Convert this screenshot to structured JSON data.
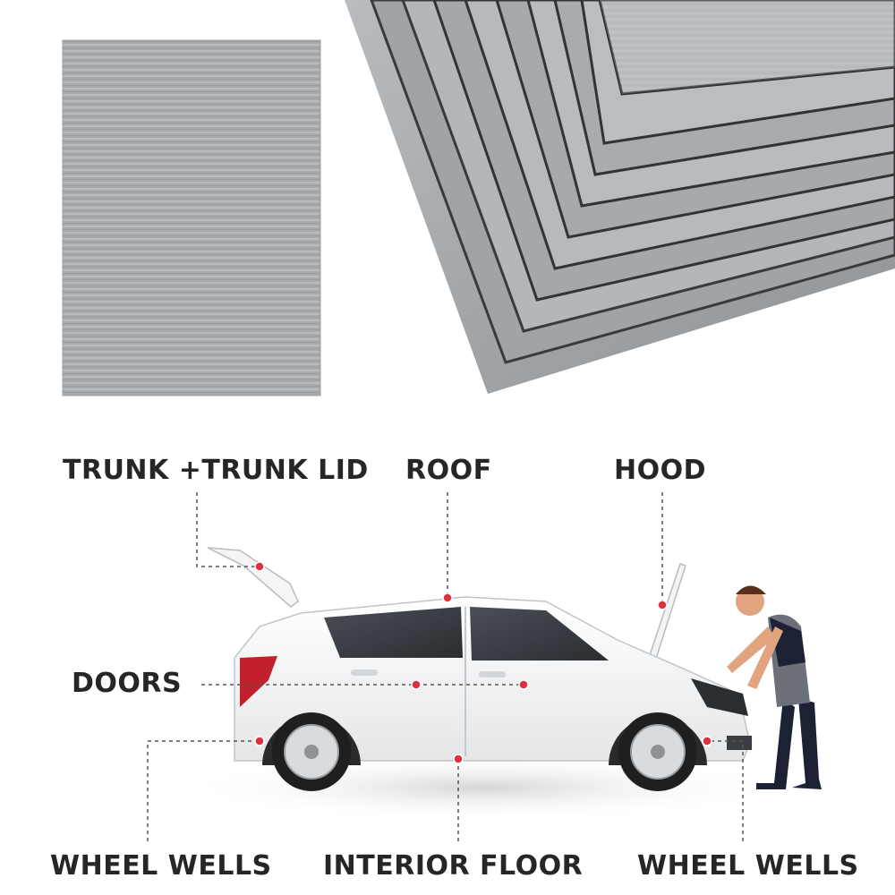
{
  "labels": {
    "trunk": "TRUNK +TRUNK LID",
    "roof": "ROOF",
    "hood": "HOOD",
    "doors": "DOORS",
    "wheel_wells_left": "WHEEL WELLS",
    "interior_floor": "INTERIOR FLOOR",
    "wheel_wells_right": "WHEEL WELLS"
  },
  "colors": {
    "marker": "#e03040",
    "leader": "#555555",
    "text": "#262626",
    "foil": "#a9adb0"
  }
}
